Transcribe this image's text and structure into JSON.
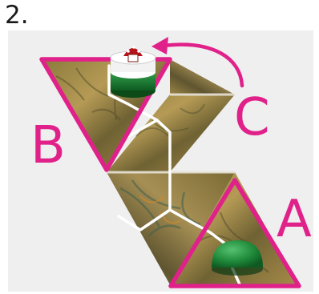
{
  "step": {
    "number": "2."
  },
  "labels": {
    "a": "A",
    "b": "B",
    "c": "C"
  },
  "colors": {
    "accent": "#e0218a",
    "path": "#ffffff",
    "tile_dark": "#6b5a2a",
    "tile_light": "#b79a52",
    "panel": "#efefef",
    "mushroom_cap": "#b5121b",
    "pawn_green": "#1f8a3a"
  },
  "icons": {
    "mushroom": "mushroom-icon",
    "pawn": "green-pawn-icon",
    "arrow": "curved-arrow-icon"
  }
}
